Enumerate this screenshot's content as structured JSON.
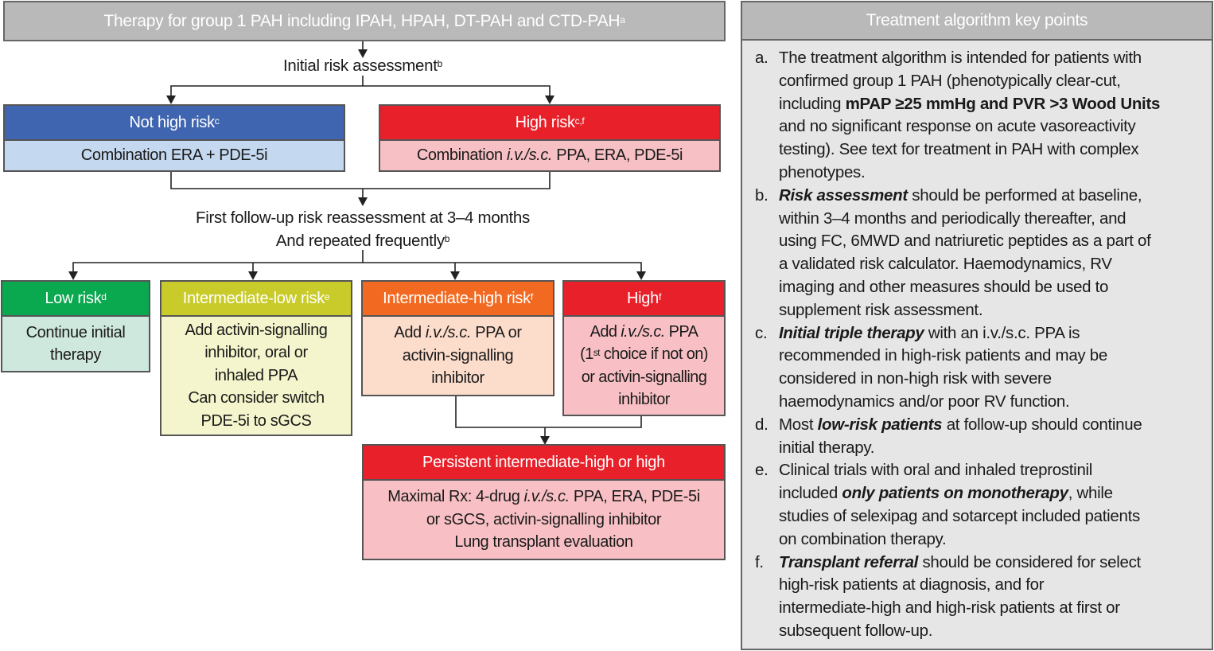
{
  "left": {
    "title": "Therapy for group 1 PAH including IPAH, HPAH, DT-PAH and CTD-PAH",
    "title_sup": "a",
    "initial": {
      "text": "Initial risk assessment",
      "sup": "b"
    },
    "not_high": {
      "header": "Not high risk",
      "sup": "c",
      "body": "Combination ERA + PDE-5i",
      "header_color": "#4065b0",
      "body_color": "#c4d8ef"
    },
    "high": {
      "header": "High risk",
      "sup": "c,f",
      "body_pre": "Combination ",
      "body_italic": "i.v./s.c.",
      "body_post": " PPA, ERA, PDE-5i",
      "header_color": "#e8202a",
      "body_color": "#f7c0c4"
    },
    "followup": {
      "line1": "First follow-up risk reassessment at 3–4 months",
      "line2": "And repeated frequently",
      "sup": "b"
    },
    "low": {
      "header": "Low risk",
      "sup": "d",
      "body": "Continue initial\ntherapy",
      "header_color": "#0aa84f",
      "body_color": "#cfe8dd"
    },
    "int_low": {
      "header": "Intermediate-low risk",
      "sup": "e",
      "body": "Add activin-signalling\ninhibitor, oral or\ninhaled PPA\nCan consider switch\nPDE-5i to sGCS",
      "header_color": "#c9cb2a",
      "body_color": "#f4f5cc"
    },
    "int_high": {
      "header": "Intermediate-high risk",
      "sup": "f",
      "body_pre": "Add ",
      "body_italic": "i.v./s.c.",
      "body_post": " PPA or\nactivin-signalling\ninhibitor",
      "header_color": "#f26a22",
      "body_color": "#fcdccb"
    },
    "high2": {
      "header": "High",
      "sup": "f",
      "l1_pre": "Add ",
      "l1_italic": "i.v./s.c.",
      "l1_post": " PPA",
      "l2_pre": "(1",
      "l2_sup": "st",
      "l2_post": " choice if not on)",
      "rest": "or activin-signalling\ninhibitor",
      "header_color": "#e8202a",
      "body_color": "#f8c0c5"
    },
    "persistent": {
      "header": "Persistent intermediate-high or high",
      "l1_pre": "Maximal Rx: 4-drug ",
      "l1_italic": "i.v./s.c.",
      "l1_post": " PPA, ERA, PDE-5i",
      "l2": "or sGCS, activin-signalling inhibitor",
      "l3": "Lung transplant evaluation",
      "header_color": "#e8202a",
      "body_color": "#f8c0c5"
    }
  },
  "key_points": {
    "title": "Treatment algorithm key points",
    "items": [
      {
        "letter": "a.",
        "segments": [
          {
            "t": "The treatment algorithm is intended for patients with\nconfirmed group 1 PAH (phenotypically clear-cut,\nincluding ",
            "s": ""
          },
          {
            "t": "mPAP ≥25 mmHg and PVR >3 Wood Units",
            "s": "b"
          },
          {
            "t": "\nand no significant response on acute vasoreactivity\ntesting).  See text for treatment in PAH with complex\nphenotypes.",
            "s": ""
          }
        ]
      },
      {
        "letter": "b.",
        "segments": [
          {
            "t": "Risk assessment",
            "s": "bi"
          },
          {
            "t": " should be performed at baseline,\nwithin 3–4 months and periodically thereafter, and\nusing FC, 6MWD and natriuretic peptides as a part of\na validated risk calculator.  Haemodynamics, RV\nimaging and other measures should be used to\nsupplement risk assessment.",
            "s": ""
          }
        ]
      },
      {
        "letter": "c.",
        "segments": [
          {
            "t": "Initial triple therapy",
            "s": "bi"
          },
          {
            "t": " with an  ",
            "s": ""
          },
          {
            "t": "i.v./s.c.",
            "s": "i"
          },
          {
            "t": " PPA is\nrecommended in high-risk patients and may be\nconsidered in non-high risk with severe\nhaemodynamics and/or poor RV function.",
            "s": ""
          }
        ]
      },
      {
        "letter": "d.",
        "segments": [
          {
            "t": "Most ",
            "s": ""
          },
          {
            "t": "low-risk patients",
            "s": "bi"
          },
          {
            "t": " at follow-up should continue\ninitial therapy.",
            "s": ""
          }
        ]
      },
      {
        "letter": "e.",
        "segments": [
          {
            "t": "Clinical trials with oral and inhaled treprostinil\nincluded ",
            "s": ""
          },
          {
            "t": "only patients on monotherapy",
            "s": "bi"
          },
          {
            "t": ", while\nstudies of selexipag and sotarcept included patients\non combination therapy.",
            "s": ""
          }
        ]
      },
      {
        "letter": "f.",
        "segments": [
          {
            "t": "Transplant referral",
            "s": "bi"
          },
          {
            "t": " should be considered for select\nhigh-risk patients at diagnosis, and for\nintermediate-high and high-risk patients at first or\nsubsequent follow-up.",
            "s": ""
          }
        ]
      }
    ]
  }
}
